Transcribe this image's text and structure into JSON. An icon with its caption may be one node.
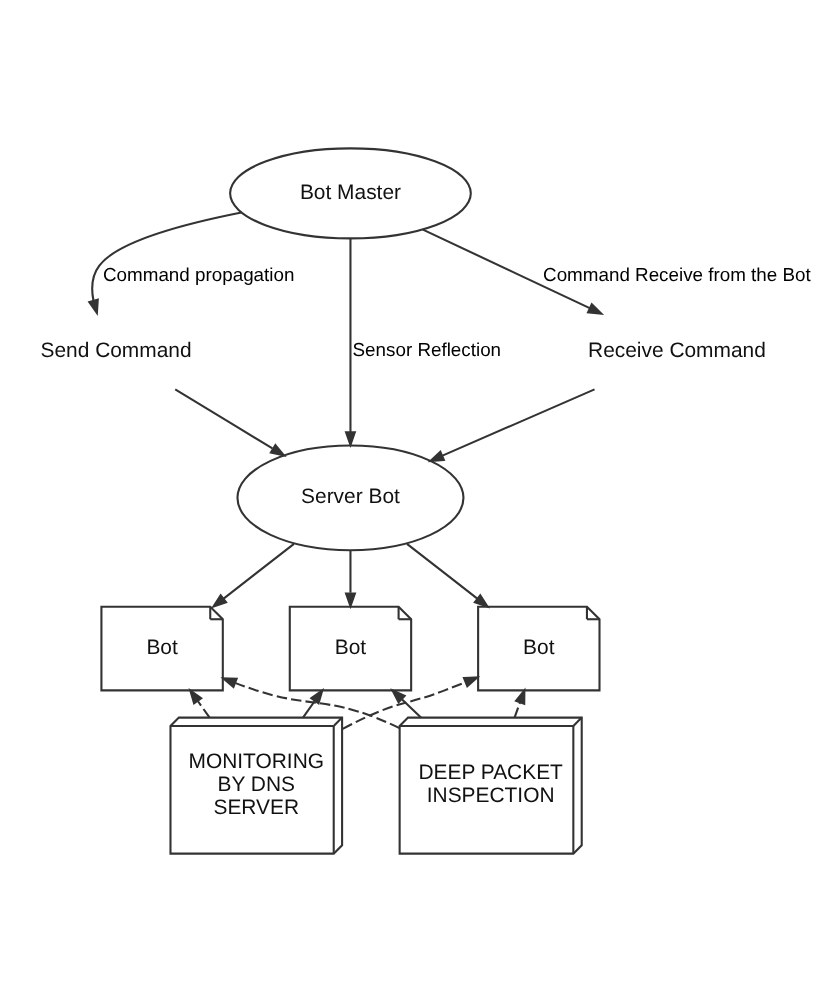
{
  "diagram": {
    "nodes": [
      {
        "text": [
          "Bot Master"
        ]
      },
      {
        "text": [
          "Send Command"
        ]
      },
      {
        "text": [
          "Receive Command"
        ]
      },
      {
        "text": [
          "Server Bot"
        ]
      },
      {
        "text": [
          "Bot"
        ]
      },
      {
        "text": [
          "Bot"
        ]
      },
      {
        "text": [
          "Bot"
        ]
      },
      {
        "text": [
          "MONITORING BY DNS SERVER"
        ]
      },
      {
        "text": [
          "DEEP PACKET INSPECTION"
        ]
      }
    ],
    "edges": [
      {
        "from": 0,
        "to": 1,
        "arrow": "to",
        "label": "Command propagation"
      },
      {
        "from": 0,
        "to": 3,
        "arrow": "to",
        "label": "Sensor Reflection"
      },
      {
        "from": 0,
        "to": 2,
        "arrow": "to",
        "label": "Command Receive from the Bot"
      },
      {
        "from": 1,
        "to": 3,
        "arrow": "to"
      },
      {
        "from": 2,
        "to": 3,
        "arrow": "to"
      },
      {
        "from": 3,
        "to": 4,
        "arrow": "to"
      },
      {
        "from": 3,
        "to": 5,
        "arrow": "to"
      },
      {
        "from": 3,
        "to": 6,
        "arrow": "to"
      },
      {
        "from": 7,
        "to": 4,
        "arrow": "to",
        "style": "dashed"
      },
      {
        "from": 7,
        "to": 5,
        "arrow": "to"
      },
      {
        "from": 7,
        "to": 6,
        "arrow": "to",
        "style": "dashed"
      },
      {
        "from": 8,
        "to": 4,
        "arrow": "to",
        "style": "dashed"
      },
      {
        "from": 8,
        "to": 5,
        "arrow": "to"
      },
      {
        "from": 8,
        "to": 6,
        "arrow": "to",
        "style": "dashed"
      }
    ]
  }
}
